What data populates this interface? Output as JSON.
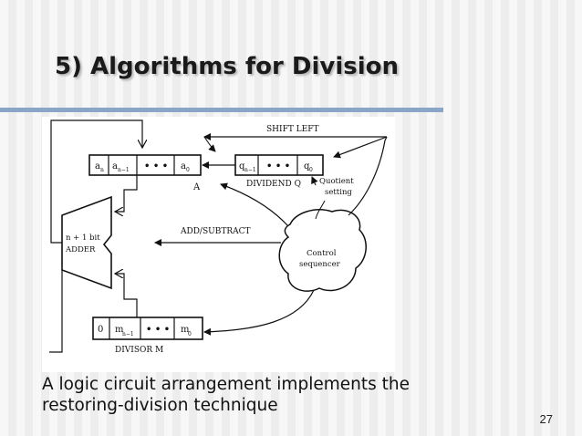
{
  "slide": {
    "title": "5) Algorithms for Division",
    "caption_line1": "A logic circuit arrangement implements the",
    "caption_line2": "restoring-division technique",
    "page_number": "27"
  },
  "diagram": {
    "register_a": {
      "cells": [
        "a",
        "a",
        "• • •",
        "a"
      ],
      "subscripts": [
        "n",
        "n−1",
        "",
        "0"
      ],
      "label": "A"
    },
    "register_q": {
      "cells": [
        "q",
        "• • •",
        "q"
      ],
      "subscripts": [
        "n−1",
        "",
        "0"
      ],
      "label": "DIVIDEND Q"
    },
    "register_m": {
      "cells": [
        "0",
        "m",
        "• • •",
        "m"
      ],
      "subscripts": [
        "",
        "n−1",
        "",
        "0"
      ],
      "label": "DIVISOR M"
    },
    "adder_line1": "n + 1 bit",
    "adder_line2": "ADDER",
    "shift_left": "SHIFT LEFT",
    "add_subtract": "ADD/SUBTRACT",
    "quotient_line1": "Quotient",
    "quotient_line2": "setting",
    "control_line1": "Control",
    "control_line2": "sequencer"
  }
}
